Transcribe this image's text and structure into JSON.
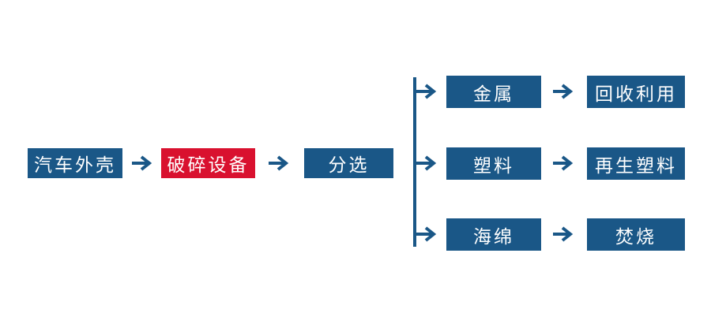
{
  "diagram_title": "car-shell-recycling-flowchart",
  "colors": {
    "node_blue": "#1A5787",
    "node_red": "#D9112F",
    "arrow_blue": "#1A5787",
    "text": "#FFFFFF",
    "background": "#FFFFFF"
  },
  "main_flow": {
    "nodes": [
      {
        "label": "汽车外壳",
        "variant": "blue"
      },
      {
        "label": "破碎设备",
        "variant": "red"
      },
      {
        "label": "分选",
        "variant": "blue"
      }
    ]
  },
  "branches": [
    {
      "source": "金属",
      "result": "回收利用"
    },
    {
      "source": "塑料",
      "result": "再生塑料"
    },
    {
      "source": "海绵",
      "result": "焚烧"
    }
  ],
  "icons": {
    "arrow_right": "arrow-right-icon",
    "connector": "branch-connector-line"
  }
}
